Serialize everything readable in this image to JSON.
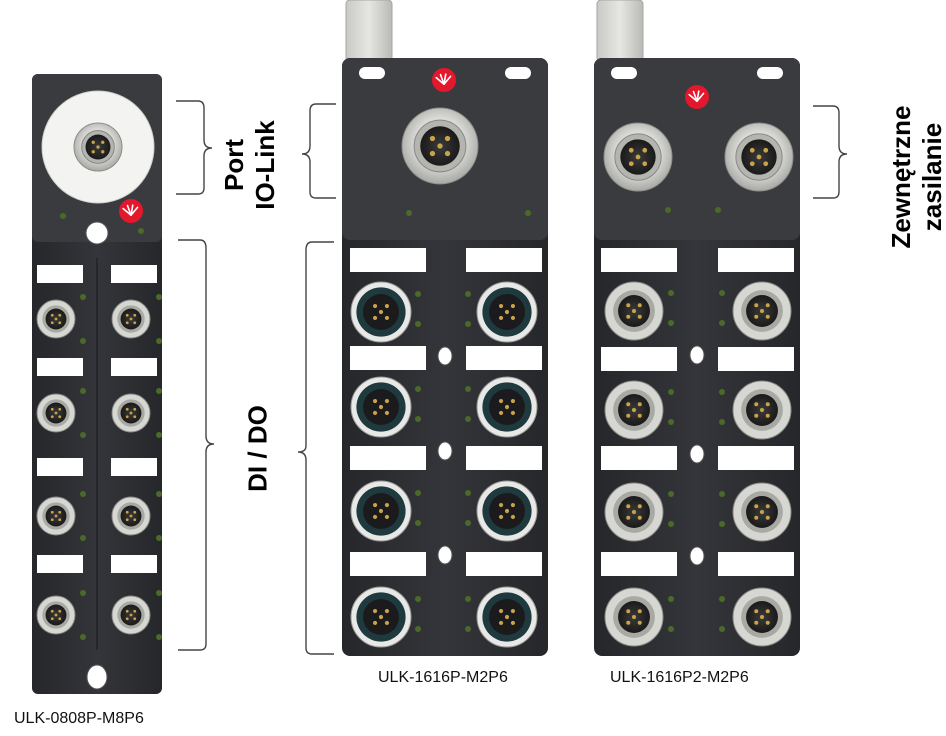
{
  "products": [
    {
      "id": "small",
      "caption": "ULK-0808P-M8P6"
    },
    {
      "id": "mid",
      "caption": "ULK-1616P-M2P6"
    },
    {
      "id": "right",
      "caption": "ULK-1616P2-M2P6"
    }
  ],
  "labels": {
    "port_line1": "Port",
    "port_line2": "IO-Link",
    "dido": "DI / DO",
    "power_line1": "Zewnętrzne",
    "power_line2": "zasilanie"
  },
  "colors": {
    "housing": "#2f3033",
    "housing_top": "#3a3b3e",
    "label_plate": "#ffffff",
    "logo_red": "#e3182d",
    "led_green": "#4a6a2a"
  }
}
